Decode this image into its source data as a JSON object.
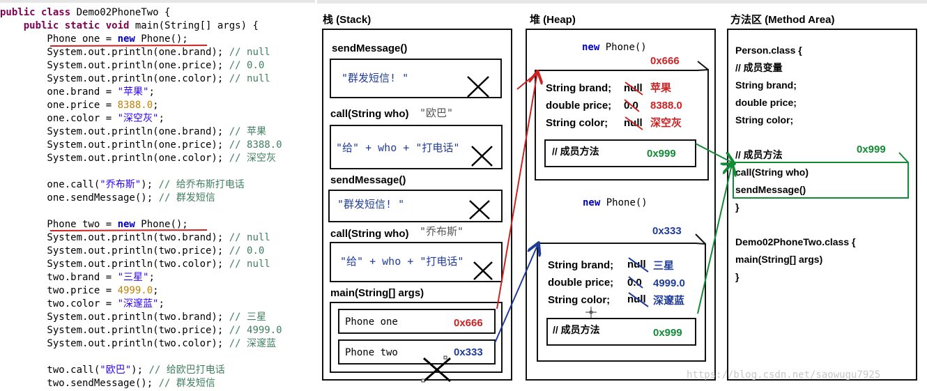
{
  "code": {
    "lines": [
      [
        {
          "t": "public class",
          "c": "kw"
        },
        {
          "t": " Demo02PhoneTwo {",
          "c": ""
        }
      ],
      [
        {
          "t": "    ",
          "c": ""
        },
        {
          "t": "public static void",
          "c": "kw"
        },
        {
          "t": " main(String[] args) {",
          "c": ""
        }
      ],
      [
        {
          "t": "        Phone one = ",
          "c": ""
        },
        {
          "t": "new",
          "c": "kwb"
        },
        {
          "t": " Phone();",
          "c": ""
        }
      ],
      [
        {
          "t": "        System.out.println(one.brand); ",
          "c": ""
        },
        {
          "t": "// null",
          "c": "cm"
        }
      ],
      [
        {
          "t": "        System.out.println(one.price); ",
          "c": ""
        },
        {
          "t": "// 0.0",
          "c": "cm"
        }
      ],
      [
        {
          "t": "        System.out.println(one.color); ",
          "c": ""
        },
        {
          "t": "// null",
          "c": "cm"
        }
      ],
      [
        {
          "t": "        one.brand = ",
          "c": ""
        },
        {
          "t": "\"苹果\"",
          "c": "str"
        },
        {
          "t": ";",
          "c": ""
        }
      ],
      [
        {
          "t": "        one.price = ",
          "c": ""
        },
        {
          "t": "8388.0",
          "c": "num"
        },
        {
          "t": ";",
          "c": ""
        }
      ],
      [
        {
          "t": "        one.color = ",
          "c": ""
        },
        {
          "t": "\"深空灰\"",
          "c": "str"
        },
        {
          "t": ";",
          "c": ""
        }
      ],
      [
        {
          "t": "        System.out.println(one.brand); ",
          "c": ""
        },
        {
          "t": "// 苹果",
          "c": "cm"
        }
      ],
      [
        {
          "t": "        System.out.println(one.price); ",
          "c": ""
        },
        {
          "t": "// 8388.0",
          "c": "cm"
        }
      ],
      [
        {
          "t": "        System.out.println(one.color); ",
          "c": ""
        },
        {
          "t": "// 深空灰",
          "c": "cm"
        }
      ],
      [
        {
          "t": "",
          "c": ""
        }
      ],
      [
        {
          "t": "        one.call(",
          "c": ""
        },
        {
          "t": "\"乔布斯\"",
          "c": "str"
        },
        {
          "t": "); ",
          "c": ""
        },
        {
          "t": "// 给乔布斯打电话",
          "c": "cm"
        }
      ],
      [
        {
          "t": "        one.sendMessage(); ",
          "c": ""
        },
        {
          "t": "// 群发短信",
          "c": "cm"
        }
      ],
      [
        {
          "t": "",
          "c": ""
        }
      ],
      [
        {
          "t": "        Phone two = ",
          "c": ""
        },
        {
          "t": "new",
          "c": "kwb"
        },
        {
          "t": " Phone();",
          "c": ""
        }
      ],
      [
        {
          "t": "        System.out.println(two.brand); ",
          "c": ""
        },
        {
          "t": "// null",
          "c": "cm"
        }
      ],
      [
        {
          "t": "        System.out.println(two.price); ",
          "c": ""
        },
        {
          "t": "// 0.0",
          "c": "cm"
        }
      ],
      [
        {
          "t": "        System.out.println(two.color); ",
          "c": ""
        },
        {
          "t": "// null",
          "c": "cm"
        }
      ],
      [
        {
          "t": "        two.brand = ",
          "c": ""
        },
        {
          "t": "\"三星\"",
          "c": "str"
        },
        {
          "t": ";",
          "c": ""
        }
      ],
      [
        {
          "t": "        two.price = ",
          "c": ""
        },
        {
          "t": "4999.0",
          "c": "num"
        },
        {
          "t": ";",
          "c": ""
        }
      ],
      [
        {
          "t": "        two.color = ",
          "c": ""
        },
        {
          "t": "\"深邃蓝\"",
          "c": "str"
        },
        {
          "t": ";",
          "c": ""
        }
      ],
      [
        {
          "t": "        System.out.println(two.brand); ",
          "c": ""
        },
        {
          "t": "// 三星",
          "c": "cm"
        }
      ],
      [
        {
          "t": "        System.out.println(two.price); ",
          "c": ""
        },
        {
          "t": "// 4999.0",
          "c": "cm"
        }
      ],
      [
        {
          "t": "        System.out.println(two.color); ",
          "c": ""
        },
        {
          "t": "// 深邃蓝",
          "c": "cm"
        }
      ],
      [
        {
          "t": "",
          "c": ""
        }
      ],
      [
        {
          "t": "        two.call(",
          "c": ""
        },
        {
          "t": "\"欧巴\"",
          "c": "str"
        },
        {
          "t": "); ",
          "c": ""
        },
        {
          "t": "// 给欧巴打电话",
          "c": "cm"
        }
      ],
      [
        {
          "t": "        two.sendMessage(); ",
          "c": ""
        },
        {
          "t": "// 群发短信",
          "c": "cm"
        }
      ]
    ]
  },
  "stack": {
    "title": "栈 (Stack)",
    "frame1_label": "sendMessage()",
    "frame1_body": "\"群发短信! \"",
    "frame2_label": "call(String who)",
    "frame2_arg": "\"欧巴\"",
    "frame2_body": "\"给\" + who + \"打电话\"",
    "frame3_label": "sendMessage()",
    "frame3_body": "\"群发短信! \"",
    "frame4_label": "call(String who)",
    "frame4_arg": "\"乔布斯\"",
    "frame4_body": "\"给\" + who + \"打电话\"",
    "main_label": "main(String[] args)",
    "var_one": "Phone one",
    "var_one_addr": "0x666",
    "var_two": "Phone two",
    "var_two_addr": "0x333"
  },
  "heap": {
    "title": "堆 (Heap)",
    "obj1_new": "new Phone()",
    "obj1_addr": "0x666",
    "obj1_f1": "String brand;",
    "obj1_f1_old": "null",
    "obj1_f1_new": "苹果",
    "obj1_f2": "double price;",
    "obj1_f2_old": "0.0",
    "obj1_f2_new": "8388.0",
    "obj1_f3": "String color;",
    "obj1_f3_old": "null",
    "obj1_f3_new": "深空灰",
    "obj1_methods": "// 成员方法",
    "obj1_methods_addr": "0x999",
    "obj2_new": "new Phone()",
    "obj2_addr": "0x333",
    "obj2_f1": "String brand;",
    "obj2_f1_old": "null",
    "obj2_f1_new": "三星",
    "obj2_f2": "double price;",
    "obj2_f2_old": "0.0",
    "obj2_f2_new": "4999.0",
    "obj2_f3": "String color;",
    "obj2_f3_old": "null",
    "obj2_f3_new": "深邃蓝",
    "obj2_methods": "// 成员方法",
    "obj2_methods_addr": "0x999"
  },
  "method_area": {
    "title": "方法区 (Method Area)",
    "l1": "Person.class {",
    "l2": "// 成员变量",
    "l3": "String brand;",
    "l4": "double price;",
    "l5": "String color;",
    "l6": "// 成员方法",
    "l6_addr": "0x999",
    "l7": "call(String who)",
    "l8": "sendMessage()",
    "l9": "}",
    "l10": "Demo02PhoneTwo.class {",
    "l11": "main(String[] args)",
    "l12": "}"
  },
  "watermark": "https://blog.csdn.net/saowugu7925",
  "colors": {
    "red": "#cc2222",
    "blue": "#203c9a",
    "green": "#138a35",
    "dark": "#111111"
  }
}
